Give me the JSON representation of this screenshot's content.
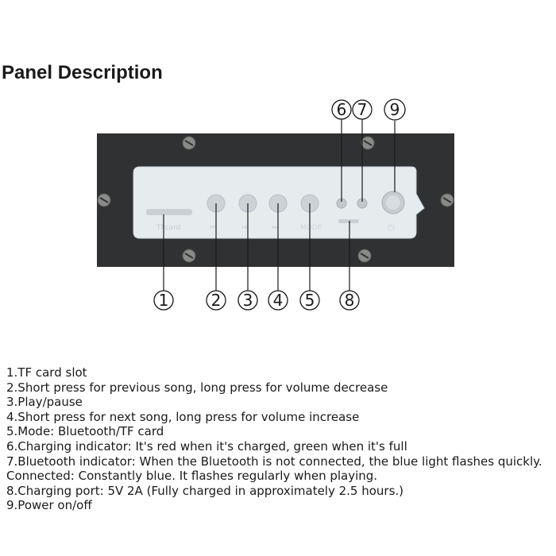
{
  "title": "Panel Description",
  "panel": {
    "colors": {
      "housing": "#2f3133",
      "cover": "#e6ebee",
      "screw": "#8a8a88",
      "line": "#1a1a1a"
    },
    "callouts": {
      "c1": "1",
      "c2": "2",
      "c3": "3",
      "c4": "4",
      "c5": "5",
      "c6": "6",
      "c7": "7",
      "c8": "8",
      "c9": "9"
    }
  },
  "descriptions": [
    "1.TF card slot",
    "2.Short press for previous song, long press for volume decrease",
    "3.Play/pause",
    "4.Short press for next song, long press for volume increase",
    "5.Mode: Bluetooth/TF card",
    "6.Charging indicator: It's red when it's charged, green when it's full",
    "7.Bluetooth indicator: When the Bluetooth is not connected, the blue light flashes quickly.",
    "Connected: Constantly blue. It flashes regularly when playing.",
    "8.Charging port: 5V 2A (Fully charged in approximately 2.5 hours.)",
    "9.Power on/off"
  ]
}
